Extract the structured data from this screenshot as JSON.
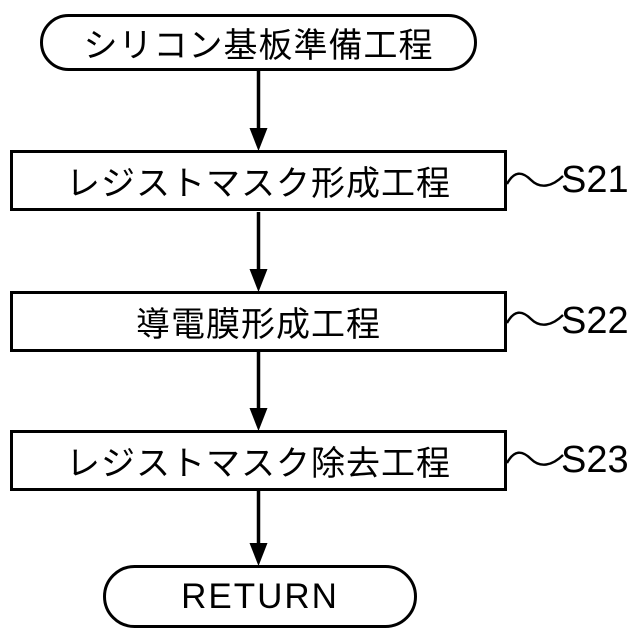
{
  "diagram": {
    "type": "flowchart",
    "background_color": "#ffffff",
    "line_color": "#000000",
    "nodes": [
      {
        "id": "start",
        "shape": "terminal-pill",
        "label": "シリコン基板準備工程"
      },
      {
        "id": "step-1",
        "shape": "process-rect",
        "label": "レジストマスク形成工程",
        "step_label": "S21"
      },
      {
        "id": "step-2",
        "shape": "process-rect",
        "label": "導電膜形成工程",
        "step_label": "S22"
      },
      {
        "id": "step-3",
        "shape": "process-rect",
        "label": "レジストマスク除去工程",
        "step_label": "S23"
      },
      {
        "id": "end",
        "shape": "terminal-pill",
        "label": "RETURN"
      }
    ],
    "connectors": [
      {
        "from": "start",
        "to": "step-1",
        "style": "arrow-down"
      },
      {
        "from": "step-1",
        "to": "step-2",
        "style": "arrow-down"
      },
      {
        "from": "step-2",
        "to": "step-3",
        "style": "arrow-down"
      },
      {
        "from": "step-3",
        "to": "end",
        "style": "arrow-down"
      }
    ],
    "step_callouts": [
      {
        "attached_to": "step-1",
        "connector": "tilde-squiggle",
        "label": "S21"
      },
      {
        "attached_to": "step-2",
        "connector": "tilde-squiggle",
        "label": "S22"
      },
      {
        "attached_to": "step-3",
        "connector": "tilde-squiggle",
        "label": "S23"
      }
    ]
  }
}
